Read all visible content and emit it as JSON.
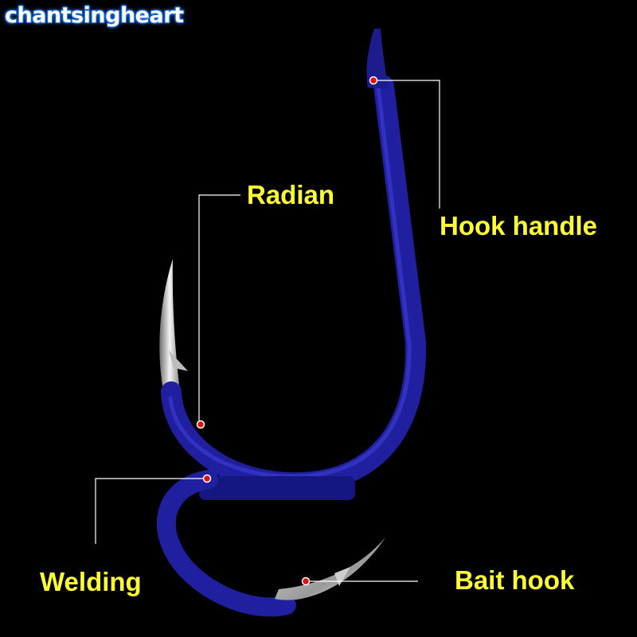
{
  "brand": {
    "name": "chantsingheart"
  },
  "labels": {
    "radian": "Radian",
    "hook_handle": "Hook handle",
    "welding": "Welding",
    "bait_hook": "Bait hook"
  },
  "colors": {
    "background": "#000000",
    "label_text": "#ffff33",
    "hook_coating": "#1f1fa0",
    "leader_line": "#ffffff",
    "marker_dot": "#e01010"
  }
}
